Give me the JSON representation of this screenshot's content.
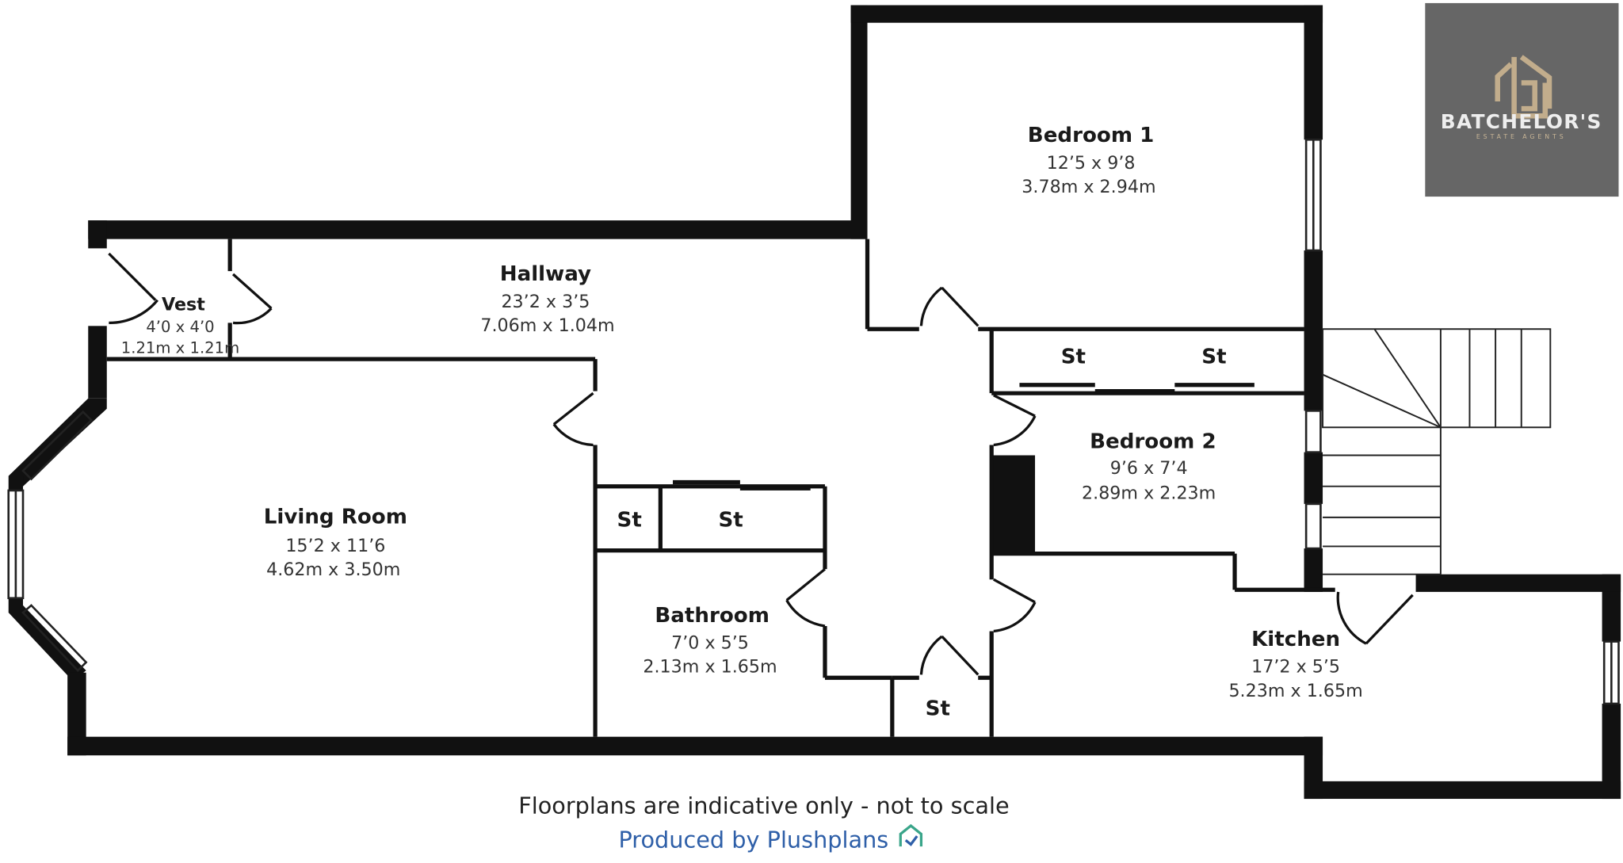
{
  "brand": {
    "name": "BATCHELOR'S",
    "tagline": "ESTATE AGENTS",
    "bg_color": "#666666",
    "accent_color": "#c2ad8c"
  },
  "rooms": [
    {
      "name": "Bedroom 1",
      "imperial": "12’5 x 9’8",
      "metric": "3.78m x 2.94m"
    },
    {
      "name": "Hallway",
      "imperial": "23’2 x 3’5",
      "metric": "7.06m x 1.04m"
    },
    {
      "name": "Vest",
      "imperial": "4’0 x 4’0",
      "metric": "1.21m x 1.21m"
    },
    {
      "name": "Living Room",
      "imperial": "15’2 x 11’6",
      "metric": "4.62m x 3.50m"
    },
    {
      "name": "Bedroom 2",
      "imperial": "9’6 x 7’4",
      "metric": "2.89m x 2.23m"
    },
    {
      "name": "Bathroom",
      "imperial": "7’0 x 5’5",
      "metric": "2.13m x 1.65m"
    },
    {
      "name": "Kitchen",
      "imperial": "17’2 x 5’5",
      "metric": "5.23m x 1.65m"
    }
  ],
  "storage_label": "St",
  "footer": {
    "disclaimer": "Floorplans are indicative only - not to scale",
    "producer": "Produced by Plushplans"
  }
}
